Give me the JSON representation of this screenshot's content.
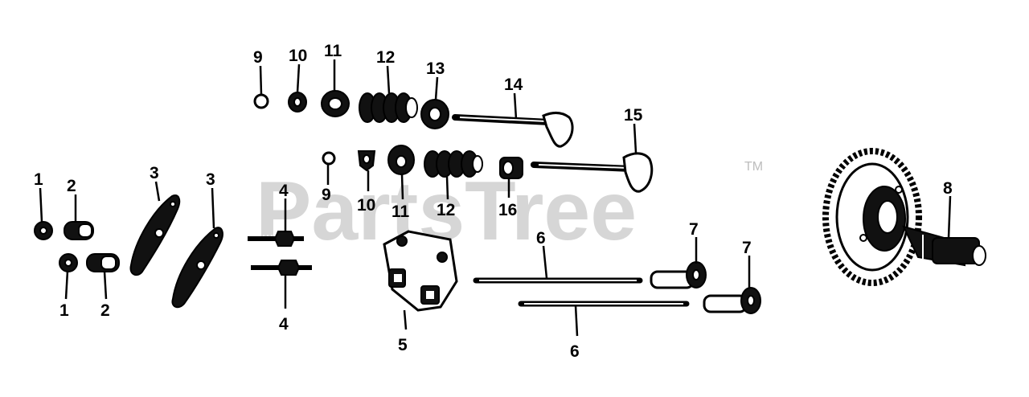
{
  "watermark": {
    "text": "PartsTree",
    "trademark": "TM"
  },
  "callouts": {
    "c1a": "1",
    "c1b": "1",
    "c2a": "2",
    "c2b": "2",
    "c3a": "3",
    "c3b": "3",
    "c4a": "4",
    "c4b": "4",
    "c5": "5",
    "c6a": "6",
    "c6b": "6",
    "c7a": "7",
    "c7b": "7",
    "c8": "8",
    "c9a": "9",
    "c9b": "9",
    "c10a": "10",
    "c10b": "10",
    "c11a": "11",
    "c11b": "11",
    "c12a": "12",
    "c12b": "12",
    "c13": "13",
    "c14": "14",
    "c15": "15",
    "c16": "16"
  },
  "colors": {
    "ink": "#000000",
    "watermark": "#d6d6d6",
    "background": "#ffffff"
  }
}
